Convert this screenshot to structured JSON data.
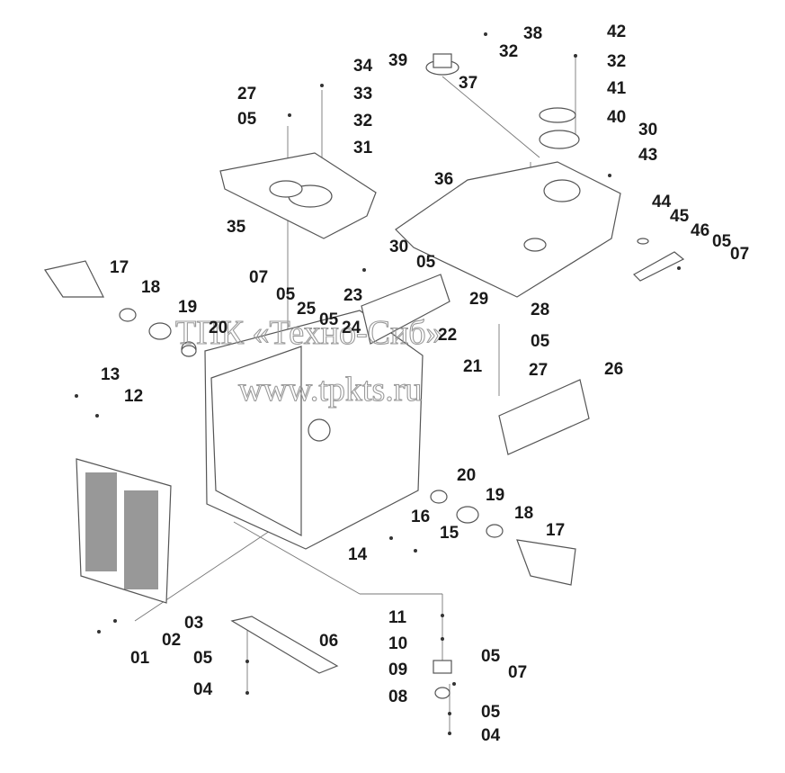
{
  "watermark": {
    "line1": "ТПК «Техно-Сиб»",
    "line2": "www.tpkts.ru"
  },
  "labels": [
    "38",
    "32",
    "39",
    "37",
    "42",
    "32",
    "41",
    "40",
    "30",
    "43",
    "34",
    "33",
    "32",
    "31",
    "27",
    "05",
    "36",
    "35",
    "44",
    "45",
    "46",
    "05",
    "07",
    "17",
    "18",
    "30",
    "05",
    "07",
    "05",
    "23",
    "29",
    "25",
    "05",
    "24",
    "28",
    "05",
    "20",
    "19",
    "22",
    "21",
    "27",
    "26",
    "13",
    "12",
    "20",
    "19",
    "18",
    "17",
    "16",
    "15",
    "14",
    "03",
    "02",
    "01",
    "11",
    "10",
    "05",
    "06",
    "05",
    "07",
    "09",
    "08",
    "04",
    "05",
    "04"
  ]
}
